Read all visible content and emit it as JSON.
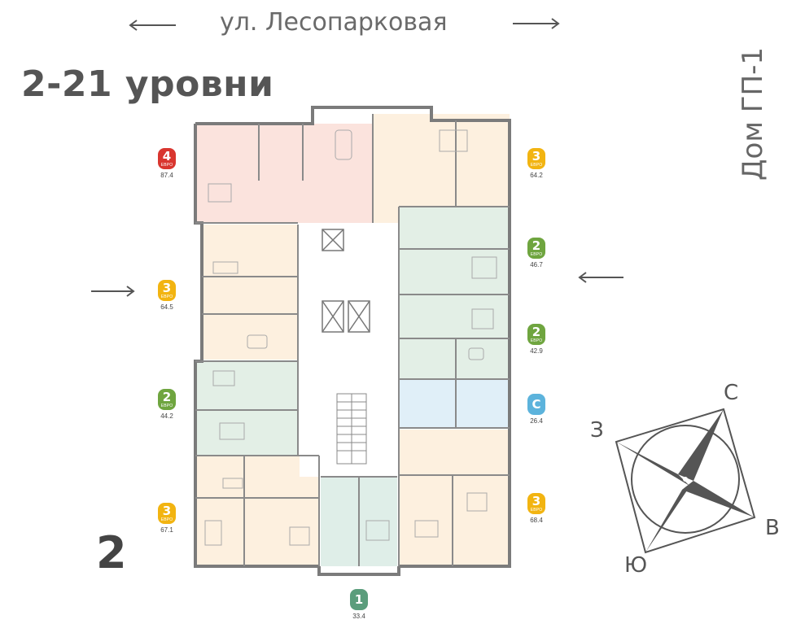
{
  "header": {
    "street": "ул. Лесопарковая",
    "levels": "2-21 уровни",
    "house": "Дом ГП-1",
    "section": "2"
  },
  "apartments": [
    {
      "rooms": "4",
      "type": "ЕВРО",
      "area": "87.4",
      "color": "#d9362f"
    },
    {
      "rooms": "3",
      "type": "ЕВРО",
      "area": "64.2",
      "color": "#f2b411"
    },
    {
      "rooms": "3",
      "type": "ЕВРО",
      "area": "64.5",
      "color": "#f2b411"
    },
    {
      "rooms": "2",
      "type": "ЕВРО",
      "area": "46.7",
      "color": "#6fa53f"
    },
    {
      "rooms": "2",
      "type": "ЕВРО",
      "area": "42.9",
      "color": "#6fa53f"
    },
    {
      "rooms": "2",
      "type": "ЕВРО",
      "area": "44.2",
      "color": "#6fa53f"
    },
    {
      "rooms": "С",
      "type": "",
      "area": "26.4",
      "color": "#5cb3dc"
    },
    {
      "rooms": "3",
      "type": "ЕВРО",
      "area": "67.1",
      "color": "#f2b411"
    },
    {
      "rooms": "3",
      "type": "ЕВРО",
      "area": "68.4",
      "color": "#f2b411"
    },
    {
      "rooms": "1",
      "type": "",
      "area": "33.4",
      "color": "#5b9d7c"
    }
  ],
  "compass": {
    "north": "С",
    "west": "З",
    "east": "В",
    "south": "Ю"
  },
  "colors": {
    "red_fill": "#fbe3dd",
    "yellow_fill": "#fdf0df",
    "green_fill": "#e3efe6",
    "blue_fill": "#e0eff8",
    "teal_fill": "#dfeee8",
    "wall": "#7b7b7b"
  }
}
